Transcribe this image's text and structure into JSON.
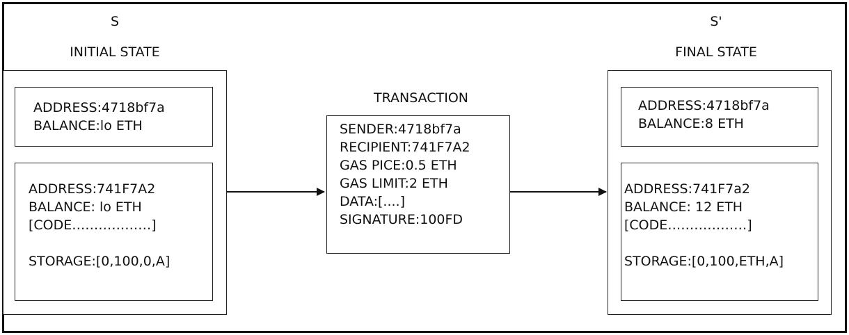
{
  "initial": {
    "symbol": "S",
    "title": "INITIAL STATE",
    "account1": {
      "lines": [
        "ADDRESS:4718bf7a",
        "BALANCE:lo ETH"
      ]
    },
    "account2": {
      "lines": [
        "ADDRESS:741F7A2",
        "BALANCE: lo ETH",
        "[CODE………………]",
        "",
        "STORAGE:[0,100,0,A]"
      ]
    }
  },
  "transaction": {
    "title": "TRANSACTION",
    "lines": [
      "SENDER:4718bf7a",
      "RECIPIENT:741F7A2",
      "GAS PICE:0.5 ETH",
      "GAS LIMIT:2 ETH",
      "DATA:[....]",
      "SIGNATURE:100FD"
    ]
  },
  "final": {
    "symbol": "S'",
    "title": "FINAL STATE",
    "account1": {
      "lines": [
        "ADDRESS:4718bf7a",
        "BALANCE:8 ETH"
      ]
    },
    "account2": {
      "lines": [
        "ADDRESS:741F7a2",
        "BALANCE: 12 ETH",
        "[CODE………………]",
        "",
        "STORAGE:[0,100,ETH,A]"
      ]
    }
  }
}
